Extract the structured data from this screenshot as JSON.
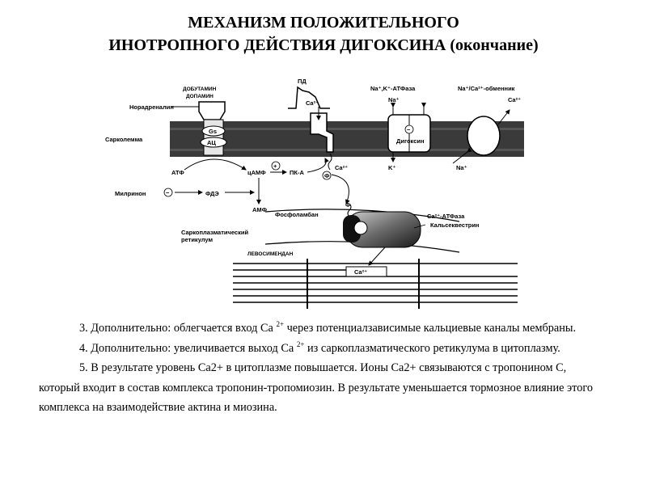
{
  "title": {
    "line1": "МЕХАНИЗМ ПОЛОЖИТЕЛЬНОГО",
    "line2": "ИНОТРОПНОГО ДЕЙСТВИЯ ДИГОКСИНА (окончание)"
  },
  "diagram": {
    "dobutamin": "ДОБУТАМИН",
    "dopamin": "ДОПАМИН",
    "noradrenalin": "Норадреналин",
    "pd": "ПД",
    "ca2_channel": "Ca²⁺",
    "na_k_atpase": "Na⁺,K⁺-АТФаза",
    "na_ca_exchanger": "Na⁺/Ca²⁺-обменник",
    "na_in_pump": "Na⁺",
    "ca_out_exchanger": "Ca²⁺",
    "sarcolemma": "Сарколемма",
    "gs": "Gs",
    "ac": "АЦ",
    "digoxin": "Дигоксин",
    "minus_sign": "−",
    "plus_sign": "+",
    "phi": "Ф",
    "k_plus": "K⁺",
    "na_plus_low": "Na⁺",
    "ca_below": "Ca²⁺",
    "atf": "АТФ",
    "camp": "цАМФ",
    "pka": "ПК-А",
    "milrinon": "Милринон",
    "fde": "ФДЭ",
    "amf": "АМФ",
    "phospholamban": "Фосфоламбан",
    "serca": "Ca²⁺-АТФаза",
    "calsequestrin": "Кальсеквестрин",
    "sr_line1": "Саркоплазматический",
    "sr_line2": "ретикулум",
    "levosimendan": "ЛЕВОСИМЕНДАН",
    "ca_myofil": "Ca²⁺"
  },
  "paragraphs": {
    "p3_a": "3. Дополнительно: облегчается вход Ca ",
    "p3_sup": "2+",
    "p3_b": " через потенциалзависимые кальциевые каналы мембраны.",
    "p4_a": "4. Дополнительно: увеличивается выход Ca ",
    "p4_sup": "2+",
    "p4_b": " из саркоплазматического ретикулума в цитоплазму.",
    "p5": "5.  В результате уровень Ca2+ в цитоплазме повышается. Ионы Ca2+ связываются с тропонином  C, который входит в состав комплекса тропонин-тропомиозин. В результате уменьшается тормозное влияние этого комплекса на взаимодействие актина и миозина."
  }
}
